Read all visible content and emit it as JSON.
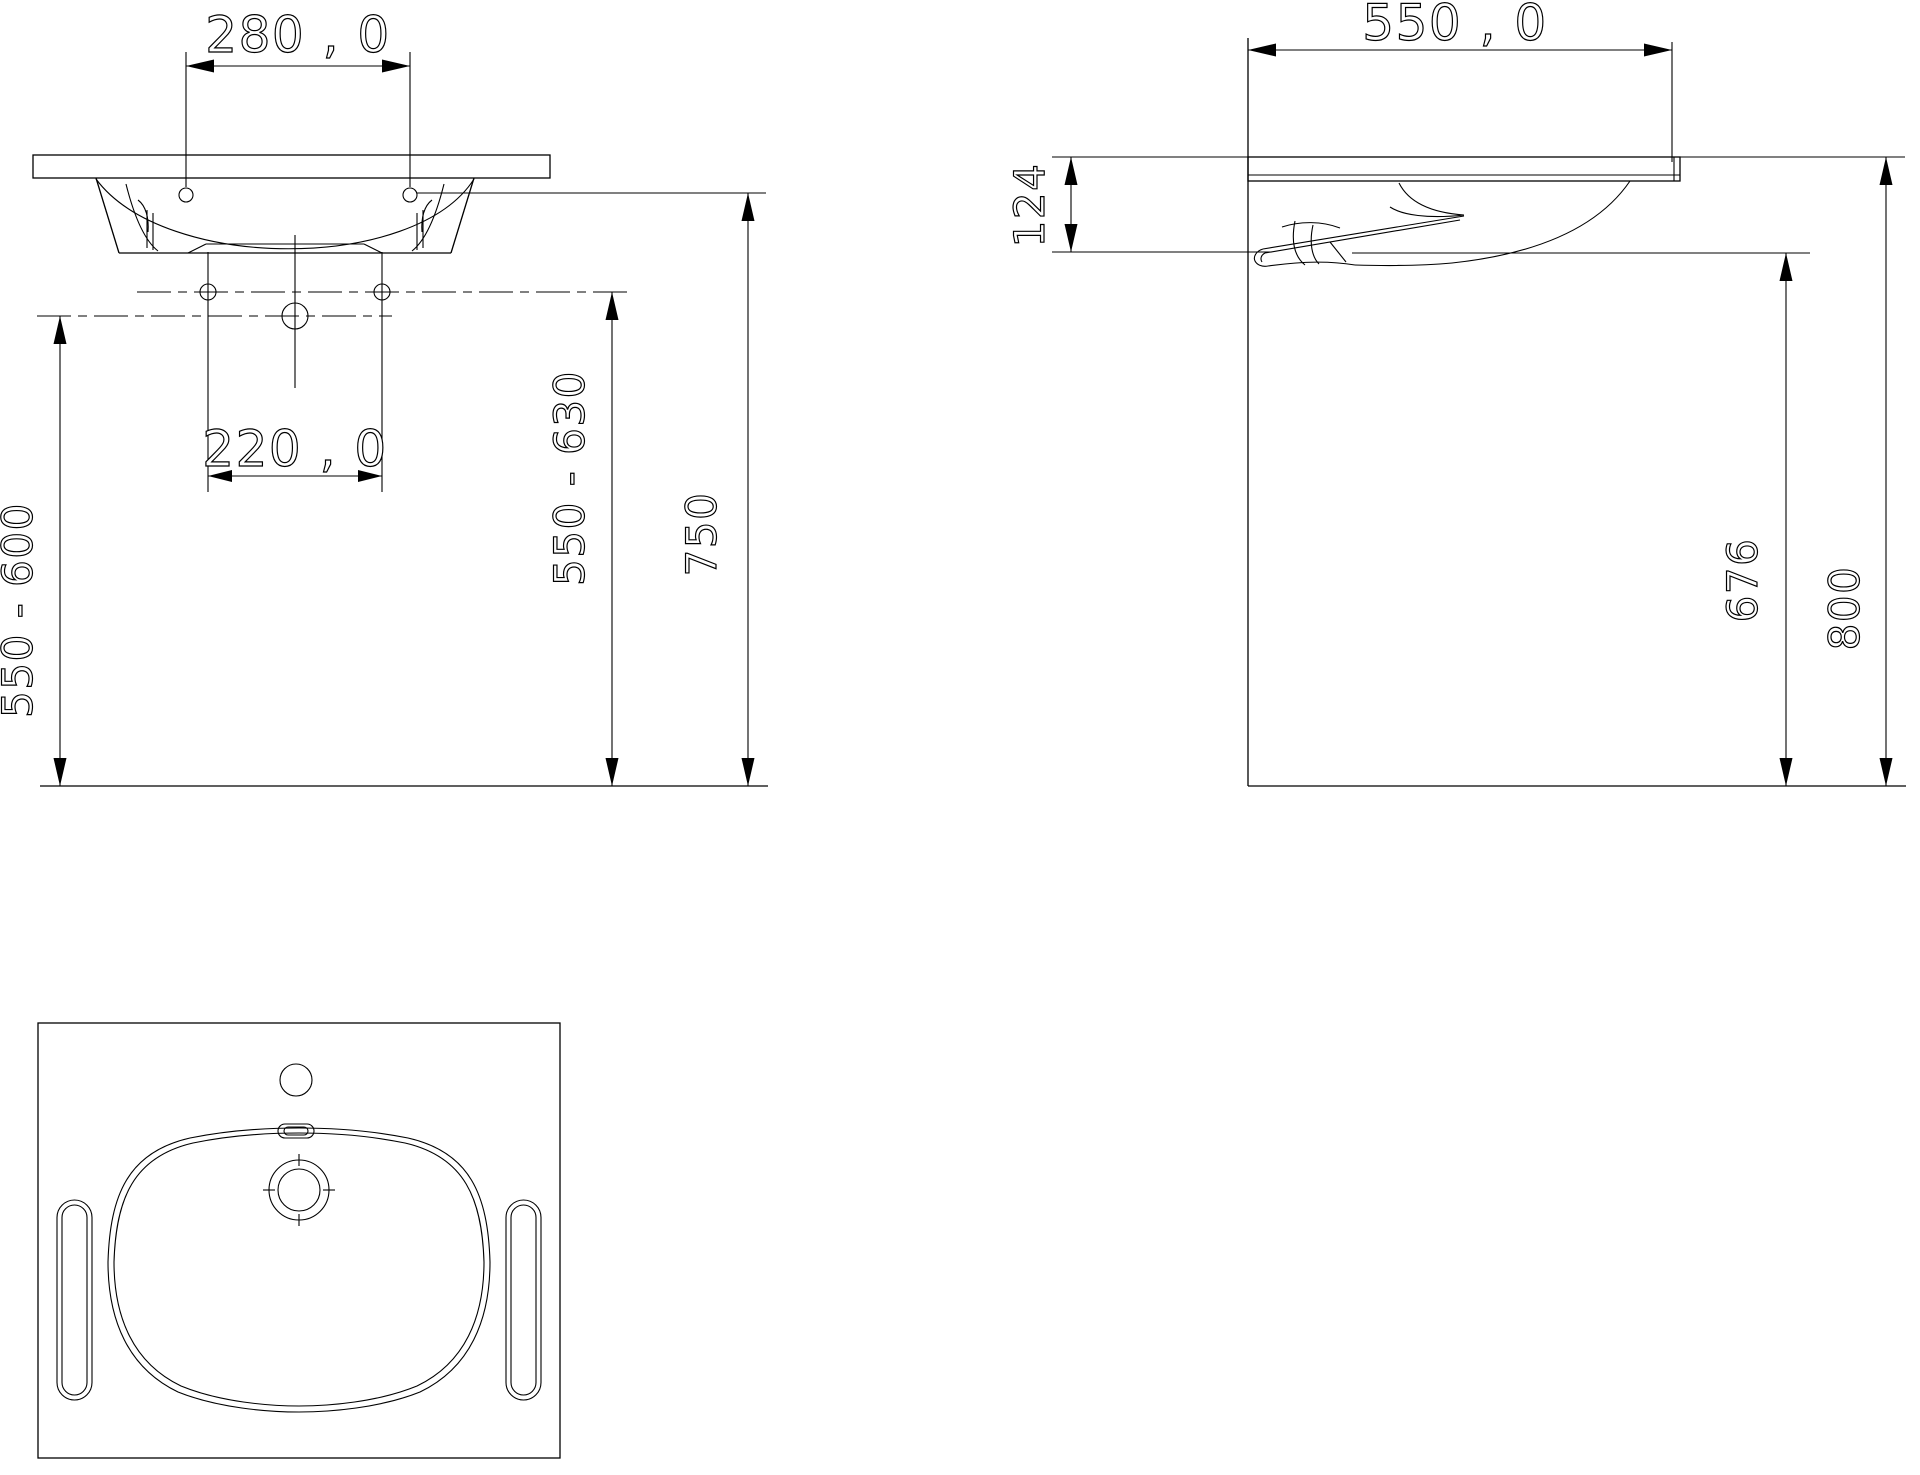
{
  "drawing": {
    "background_color": "#ffffff",
    "line_color": "#000000",
    "front_view": {
      "mount_hole_spacing": "280 , 0",
      "faucet_hole_spacing": "220 , 0",
      "center_hole_height_range": "550 - 600",
      "side_hole_height_range": "550 - 630",
      "mount_height": "750"
    },
    "side_view": {
      "depth": "550 , 0",
      "front_apron_height": "124",
      "clearance_height": "676",
      "rim_height": "800"
    }
  }
}
